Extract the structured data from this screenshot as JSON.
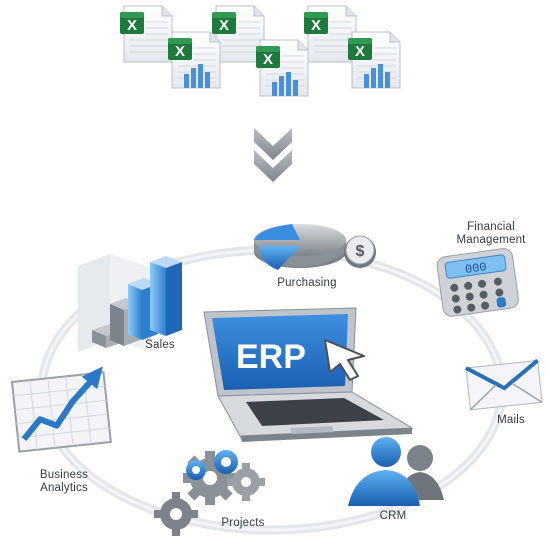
{
  "diagram": {
    "input_files": [
      {
        "kind": "excel-spreadsheet",
        "mark": "X"
      },
      {
        "kind": "excel-spreadsheet",
        "mark": "X"
      },
      {
        "kind": "excel-spreadsheet",
        "mark": "X"
      },
      {
        "kind": "excel-spreadsheet",
        "mark": "X"
      },
      {
        "kind": "excel-spreadsheet",
        "mark": "X"
      },
      {
        "kind": "excel-spreadsheet",
        "mark": "X"
      }
    ],
    "arrow": "double-chevron-down-icon",
    "center": {
      "label": "ERP",
      "icon": "laptop-icon"
    },
    "modules": [
      {
        "id": "purchasing",
        "label": "Purchasing",
        "icon": "pie-chart-coin-icon"
      },
      {
        "id": "financial",
        "label": "Financial Management",
        "line1": "Financial",
        "line2": "Management",
        "icon": "calculator-icon",
        "display": "000"
      },
      {
        "id": "mails",
        "label": "Mails",
        "icon": "envelope-icon"
      },
      {
        "id": "crm",
        "label": "CRM",
        "icon": "people-icon"
      },
      {
        "id": "projects",
        "label": "Projects",
        "icon": "gears-icon"
      },
      {
        "id": "analytics",
        "label": "Business Analytics",
        "line1": "Business",
        "line2": "Analytics",
        "icon": "line-chart-icon"
      },
      {
        "id": "sales",
        "label": "Sales",
        "icon": "bar-chart-3d-icon"
      }
    ],
    "colors": {
      "excel_green": "#1e7a3c",
      "blue": "#2a78c6",
      "chevron_gray": "#9aa0a6",
      "ring": "#e6e8ec",
      "text": "#333a44"
    }
  }
}
